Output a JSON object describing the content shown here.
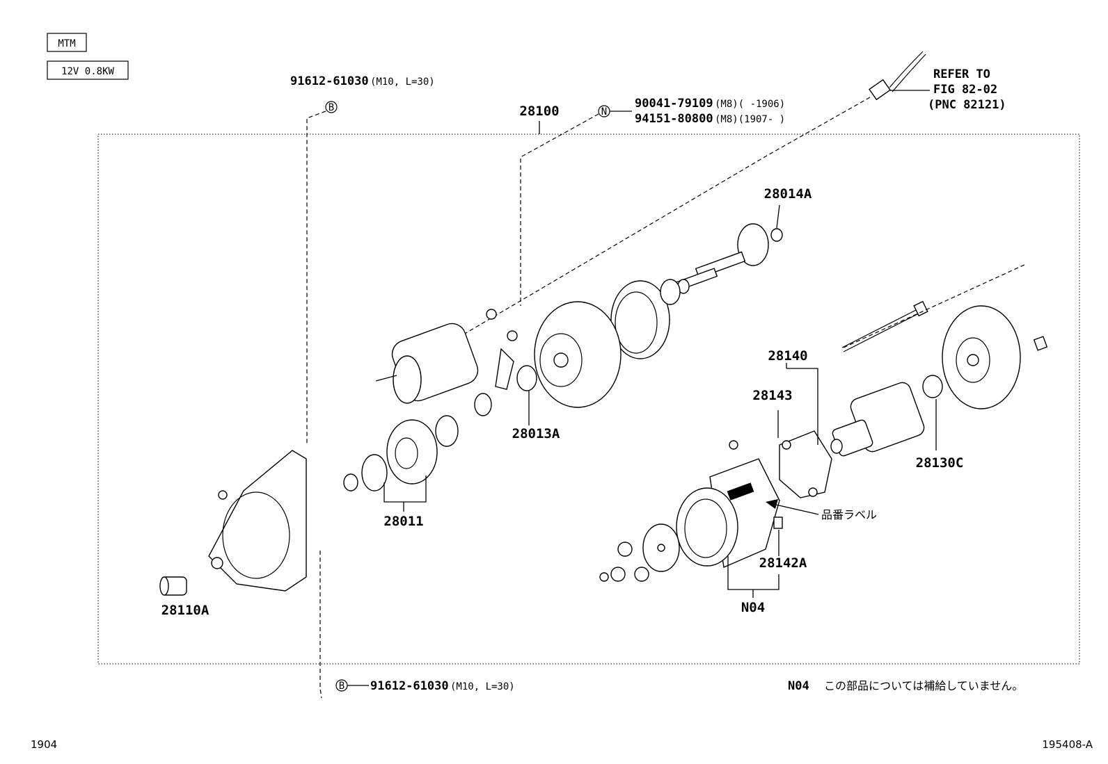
{
  "spec_boxes": [
    "MTM",
    "12V 0.8KW"
  ],
  "fasteners": {
    "top_bolt": {
      "symbol": "B",
      "part": "91612-61030",
      "spec": "(M10, L=30)"
    },
    "bottom_bolt": {
      "symbol": "B",
      "part": "91612-61030",
      "spec": "(M10, L=30)"
    },
    "nut": {
      "symbol": "N",
      "line1_part": "90041-79109",
      "line1_spec": "(M8)(     -1906)",
      "line2_part": "94151-80800",
      "line2_spec": "(M8)(1907-     )"
    }
  },
  "refer": {
    "line1": "REFER TO",
    "line2": "FIG 82-02",
    "line3": "(PNC 82121)"
  },
  "parts": {
    "assembly": "28100",
    "p28014A": "28014A",
    "p28140": "28140",
    "p28143": "28143",
    "p28013A": "28013A",
    "p28011": "28011",
    "p28130C": "28130C",
    "p28142A": "28142A",
    "n04": "N04",
    "p28110A": "28110A"
  },
  "label_note": "品番ラベル",
  "footnote": {
    "code": "N04",
    "text": "この部品については補給していません。"
  },
  "footer": {
    "left": "1904",
    "right": "195408-A"
  }
}
